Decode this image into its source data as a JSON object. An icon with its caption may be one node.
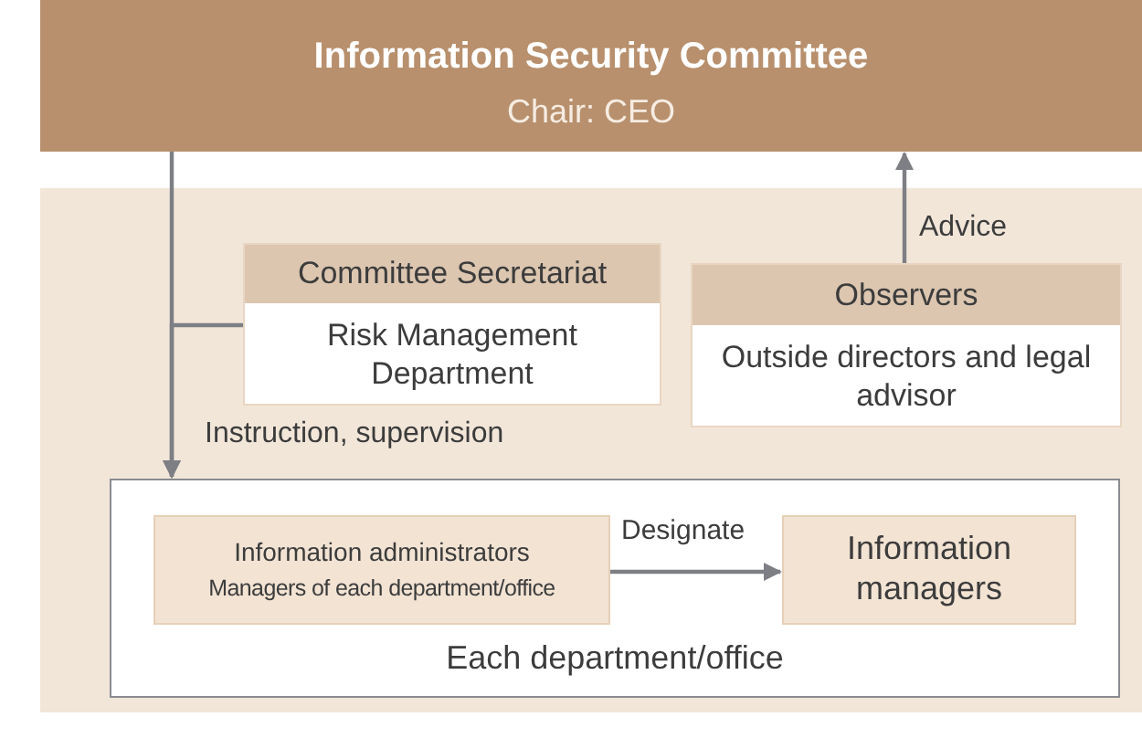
{
  "diagram": {
    "nodes": [
      {
        "text": [
          "Information Security Committee",
          "Chair: CEO"
        ]
      },
      {
        "text": [
          "Committee Secretariat",
          "Risk Management Department"
        ]
      },
      {
        "text": [
          "Observers",
          "Outside directors and legal advisor"
        ]
      },
      {
        "text": [
          "Each department/office"
        ]
      },
      {
        "text": [
          "Information administrators",
          "Managers of each department/office"
        ],
        "in": 3
      },
      {
        "text": [
          "Information managers"
        ],
        "in": 3
      }
    ],
    "edges": [
      {
        "from": 0,
        "to": 3,
        "arrow": "to",
        "label": "Instruction, supervision"
      },
      {
        "from": 1,
        "to": 3,
        "arrow": "to"
      },
      {
        "from": 2,
        "to": 0,
        "arrow": "to",
        "label": "Advice"
      },
      {
        "from": 4,
        "to": 5,
        "arrow": "to",
        "label": "Designate"
      }
    ]
  }
}
